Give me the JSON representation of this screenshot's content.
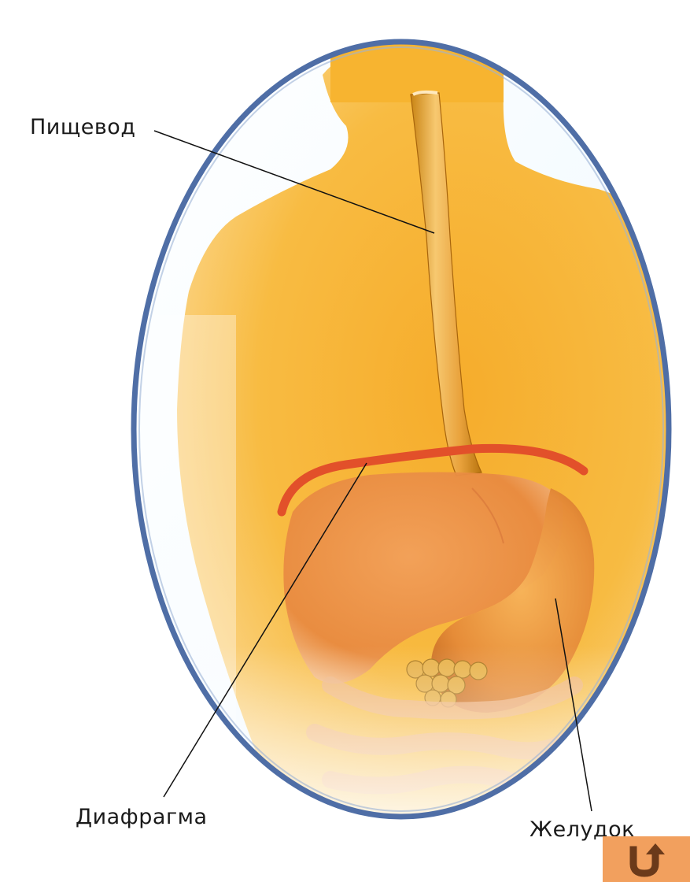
{
  "labels": {
    "esophagus": "Пищевод",
    "diaphragm": "Диафрагма",
    "stomach": "Желудок"
  },
  "colors": {
    "frame": "#4f6ea6",
    "body": "#f7b52a",
    "diaphragm_line": "#e2502a",
    "organ": "#e98a45",
    "button": "#f2a05e"
  },
  "icons": {
    "back": "return-arrow-icon"
  }
}
